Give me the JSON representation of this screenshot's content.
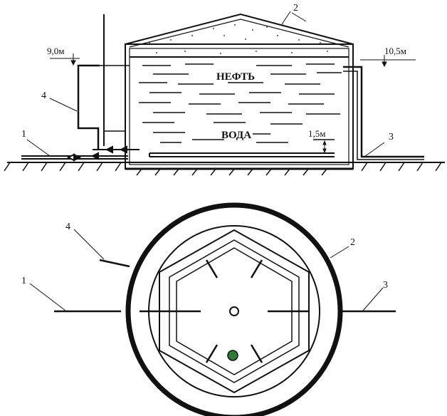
{
  "section": {
    "labels": {
      "n1": "1",
      "n2": "2",
      "n3": "3",
      "n4": "4"
    },
    "levels": {
      "left": "9,0м",
      "right": "10,5м",
      "water_height": "1,5м"
    },
    "layers": {
      "oil": "НЕФТЬ",
      "water": "ВОДА"
    }
  },
  "plan": {
    "labels": {
      "n1": "1",
      "n2": "2",
      "n3": "3",
      "n4": "4"
    }
  },
  "colors": {
    "line": "#111111",
    "valve_fill": "#2e7d32"
  }
}
